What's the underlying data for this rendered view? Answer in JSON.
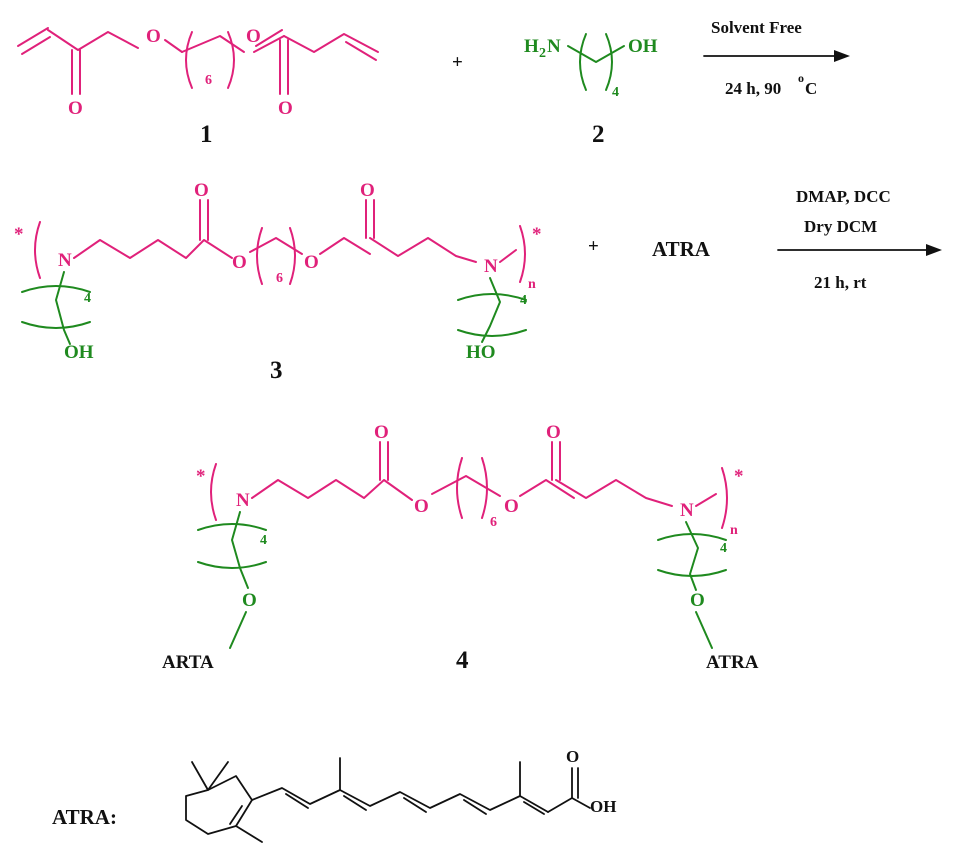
{
  "colors": {
    "pink": "#e0217a",
    "green": "#1f8a1f",
    "black": "#111111"
  },
  "atoms": {
    "O": "O",
    "N": "N",
    "OH": "OH",
    "HO": "HO",
    "H2N_H": "H",
    "H2N_2": "2",
    "H2N_N": "N",
    "star": "*"
  },
  "subscripts": {
    "six": "6",
    "four": "4",
    "n": "n"
  },
  "plus": "+",
  "step1": {
    "conditions_top": "Solvent Free",
    "conditions_bottom_main": "24 h, 90",
    "degree_mark": "o",
    "conditions_bottom_unit": "C"
  },
  "step2": {
    "reagent": "ATRA",
    "conditions_line1": "DMAP, DCC",
    "conditions_line2": "Dry DCM",
    "conditions_line3": "21 h,  rt"
  },
  "compound_labels": {
    "c1": "1",
    "c2": "2",
    "c3": "3",
    "c4": "4"
  },
  "product_end_groups": {
    "left": "ARTA",
    "right": "ATRA"
  },
  "atra_structure": {
    "label": "ATRA:",
    "acid_O": "O",
    "acid_OH": "OH"
  }
}
